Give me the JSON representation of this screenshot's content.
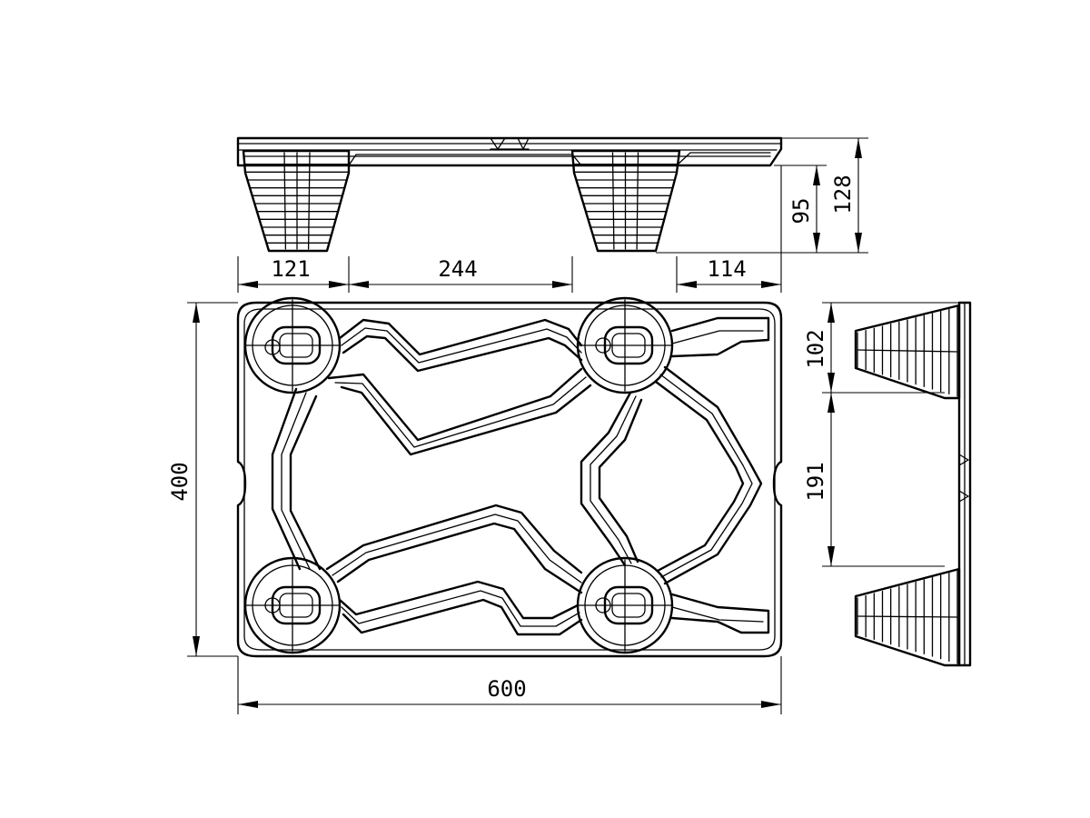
{
  "drawing": {
    "views": [
      "side-view",
      "top-view",
      "end-view"
    ],
    "dimensions": {
      "width_121": "121",
      "width_244": "244",
      "width_114": "114",
      "height_95": "95",
      "height_128": "128",
      "length_400": "400",
      "length_600": "600",
      "end_102": "102",
      "end_191": "191"
    },
    "line_color": "#000000",
    "background_color": "#ffffff"
  }
}
